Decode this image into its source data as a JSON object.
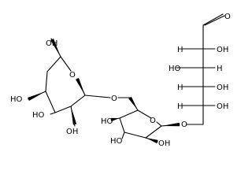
{
  "molecule": {
    "ring_oxygen": "O",
    "glycosidic_oxygen": "O",
    "hydroxyl": "OH",
    "hydroxyl_left": "HO",
    "hydrogen": "H",
    "carbonyl_oxygen": "O"
  }
}
